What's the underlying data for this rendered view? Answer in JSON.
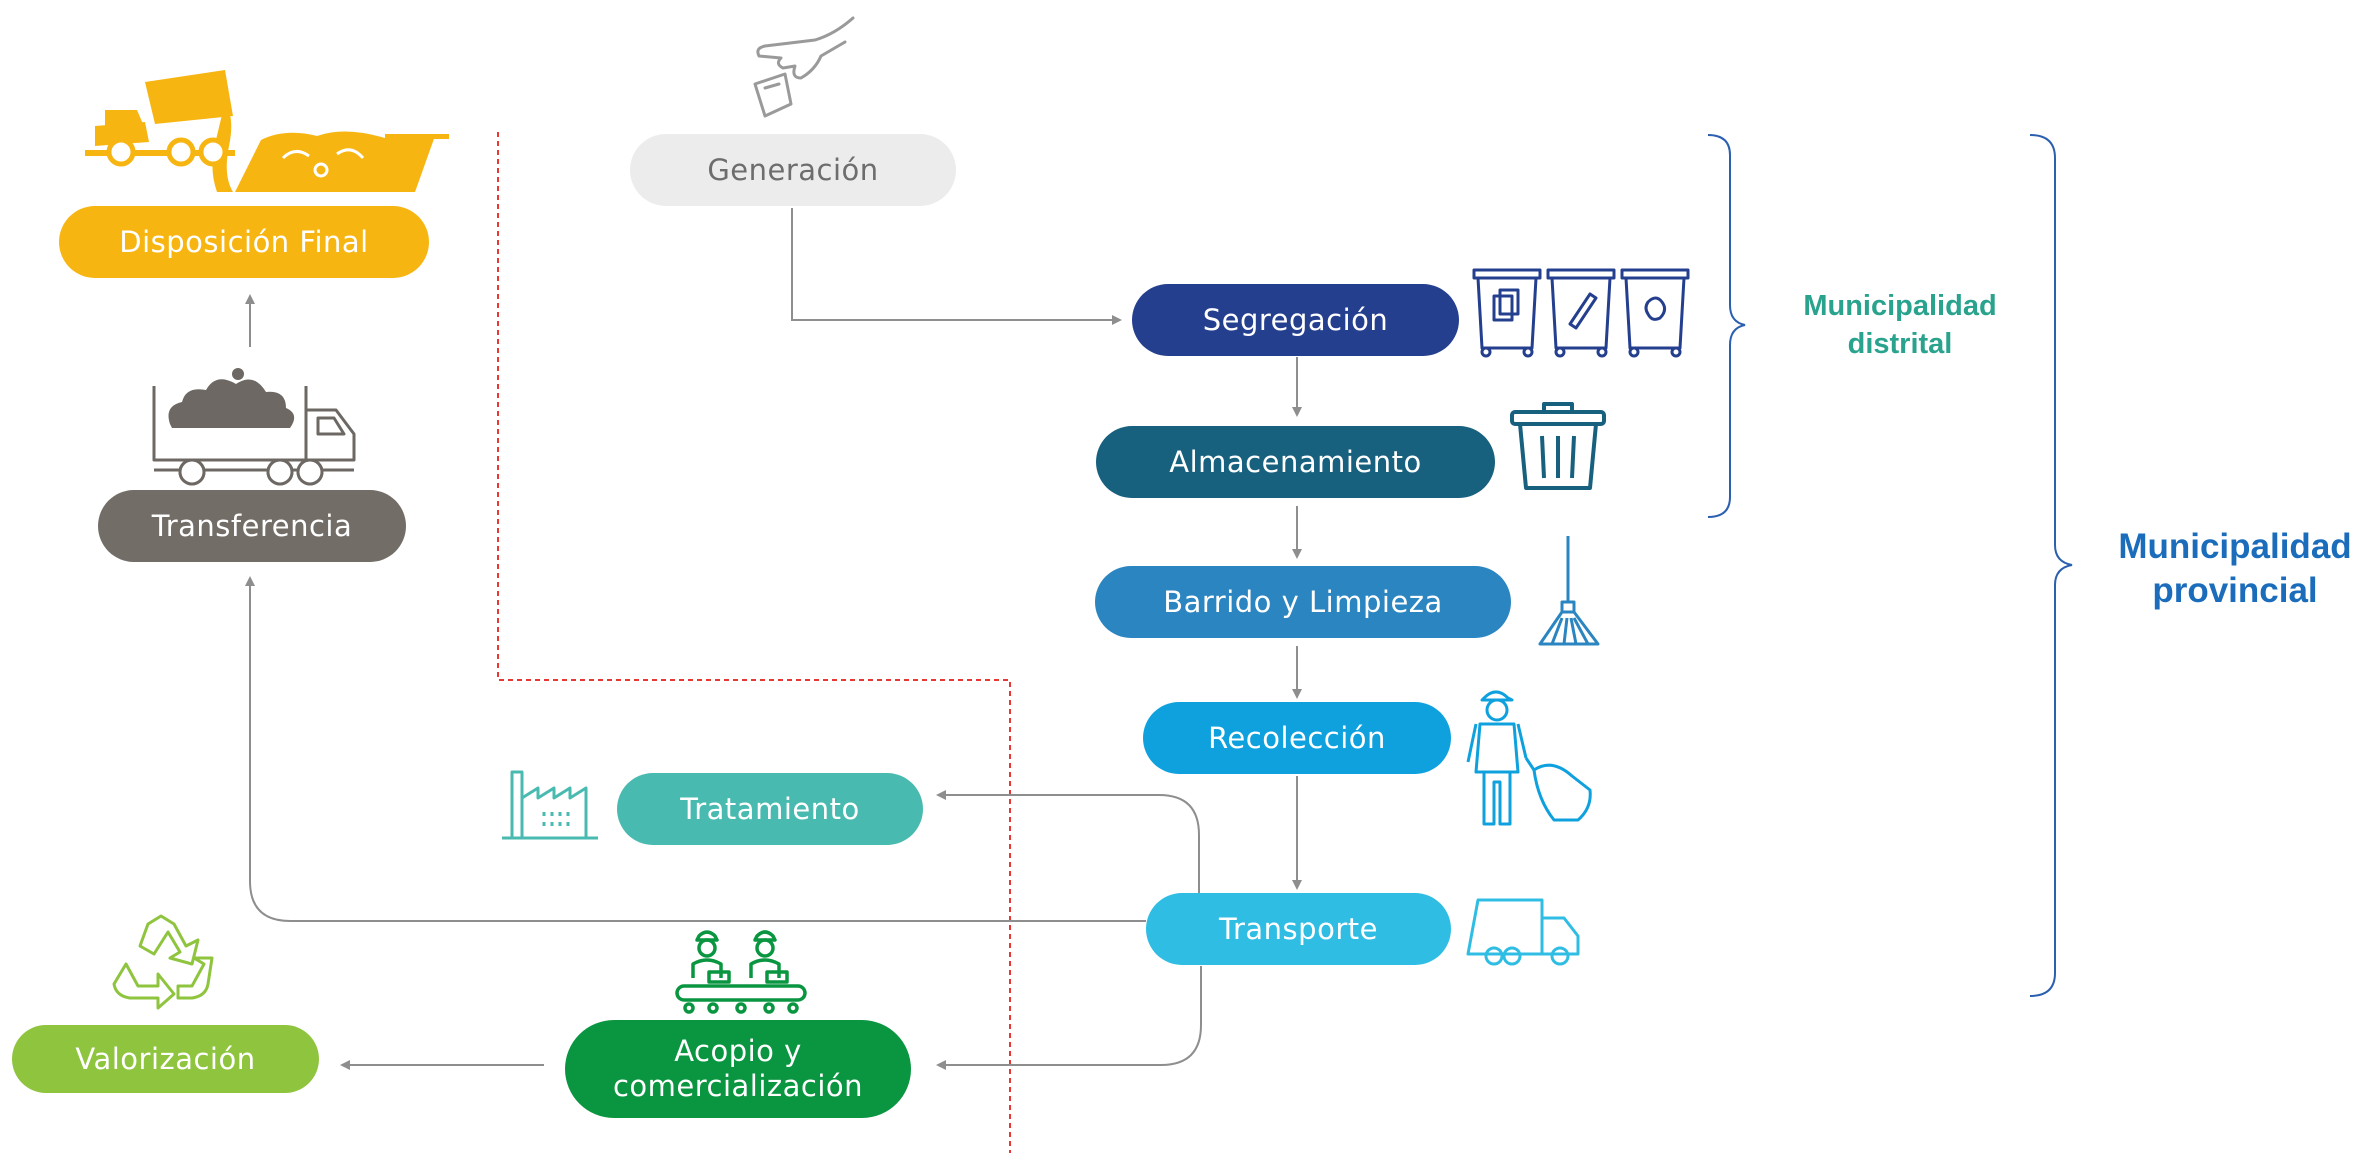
{
  "center": {
    "title_line1": "Procesos",
    "title_line2": "de residuos",
    "title_line3": "sólidos"
  },
  "stages": {
    "generacion": "Generación",
    "segregacion": "Segregación",
    "almacenamiento": "Almacenamiento",
    "barrido": "Barrido y Limpieza",
    "recoleccion": "Recolección",
    "transporte": "Transporte",
    "tratamiento": "Tratamiento",
    "acopio_line1": "Acopio y",
    "acopio_line2": "comercialización",
    "valorizacion": "Valorización",
    "transferencia": "Transferencia",
    "disposicion": "Disposición Final"
  },
  "scopes": {
    "distrital_line1": "Municipalidad",
    "distrital_line2": "distrital",
    "provincial_line1": "Municipalidad",
    "provincial_line2": "provincial"
  },
  "colors": {
    "generacion": "#ececec",
    "segregacion": "#253f8f",
    "almacenamiento": "#17607e",
    "barrido": "#2b85c1",
    "recoleccion": "#0fa1de",
    "transporte": "#2fbde4",
    "tratamiento": "#49bab0",
    "acopio": "#0a9640",
    "valorizacion": "#8fc43e",
    "transferencia": "#726d67",
    "disposicion": "#f7b512",
    "circle": "#45bab3",
    "distrital_text": "#2aa38e",
    "provincial_text": "#1b6dbb",
    "bracket": "#2b5fb0",
    "arrows": "#8e8e8e",
    "dashed": "#e53935"
  },
  "icons": [
    "hand-dropping-trash-icon",
    "three-recycling-bins-icon",
    "trash-can-icon",
    "broom-icon",
    "waste-collector-icon",
    "delivery-truck-icon",
    "factory-icon",
    "workers-conveyor-icon",
    "recycle-icon",
    "transfer-truck-icon",
    "dump-truck-landfill-icon"
  ]
}
